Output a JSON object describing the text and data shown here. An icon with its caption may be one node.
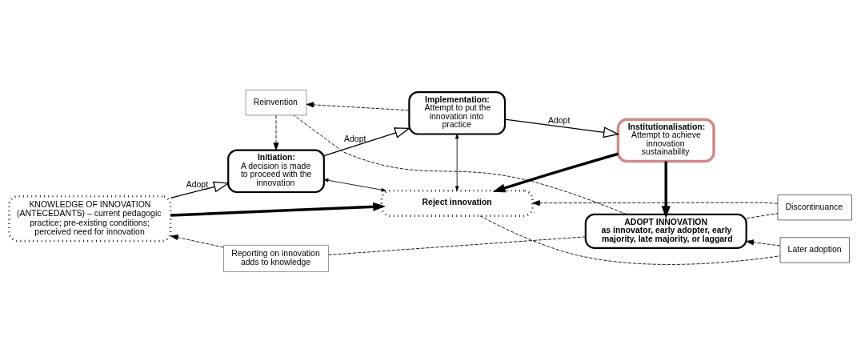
{
  "diagram": {
    "nodes": [
      {
        "text": [
          "KNOWLEDGE OF INNOVATION (ANTECEDANTS) – current pedagogic practice; pre-existing conditions; perceived need for innovation"
        ]
      },
      {
        "text": [
          "Reporting on innovation adds to knowledge"
        ]
      },
      {
        "text": [
          "ADOPT INNOVATION",
          "as innovator, early adopter, early majority, late majority, or laggard"
        ]
      },
      {
        "text": [
          "Reinvention"
        ]
      },
      {
        "text": [
          "Initiation:",
          "A decision is made to proceed with the innovation"
        ]
      },
      {
        "text": [
          "Implementation:",
          "Attempt to put the innovation into practice"
        ]
      },
      {
        "text": [
          "Institutionalisation:",
          "Attempt to achieve innovation sustainability"
        ]
      },
      {
        "text": [
          "Later adoption"
        ]
      },
      {
        "text": [
          "Discontinuance"
        ]
      },
      {
        "text": [
          "Reject innovation"
        ]
      }
    ],
    "edges": [
      {
        "from": 0,
        "to": 4,
        "arrow": "to",
        "label": "Adopt"
      },
      {
        "from": 4,
        "to": 5,
        "arrow": "to",
        "label": "Adopt"
      },
      {
        "from": 5,
        "to": 6,
        "arrow": "to",
        "label": "Adopt"
      },
      {
        "from": 2,
        "to": 1,
        "arrow": "none",
        "style": "dashed"
      },
      {
        "from": 1,
        "to": 0,
        "arrow": "to",
        "style": "dashed"
      },
      {
        "from": 2,
        "to": 3,
        "arrow": "none",
        "style": "dashed"
      },
      {
        "from": 5,
        "to": 3,
        "arrow": "to",
        "style": "dashed"
      },
      {
        "from": 3,
        "to": 4,
        "arrow": "to",
        "style": "dashed"
      },
      {
        "from": 6,
        "to": 2,
        "arrow": "to",
        "style": "thick"
      },
      {
        "from": 6,
        "to": 9,
        "arrow": "to",
        "style": "thick"
      },
      {
        "from": 0,
        "to": 9,
        "arrow": "to",
        "style": "thick"
      },
      {
        "from": 4,
        "to": 9,
        "arrow": "both"
      },
      {
        "from": 5,
        "to": 9,
        "arrow": "both"
      },
      {
        "from": 9,
        "to": 7,
        "arrow": "none",
        "style": "dashed"
      },
      {
        "from": 7,
        "to": 2,
        "arrow": "to",
        "style": "dashed"
      },
      {
        "from": 2,
        "to": 8,
        "arrow": "none",
        "style": "dashed"
      },
      {
        "from": 8,
        "to": 9,
        "arrow": "to",
        "style": "dashed"
      }
    ]
  }
}
